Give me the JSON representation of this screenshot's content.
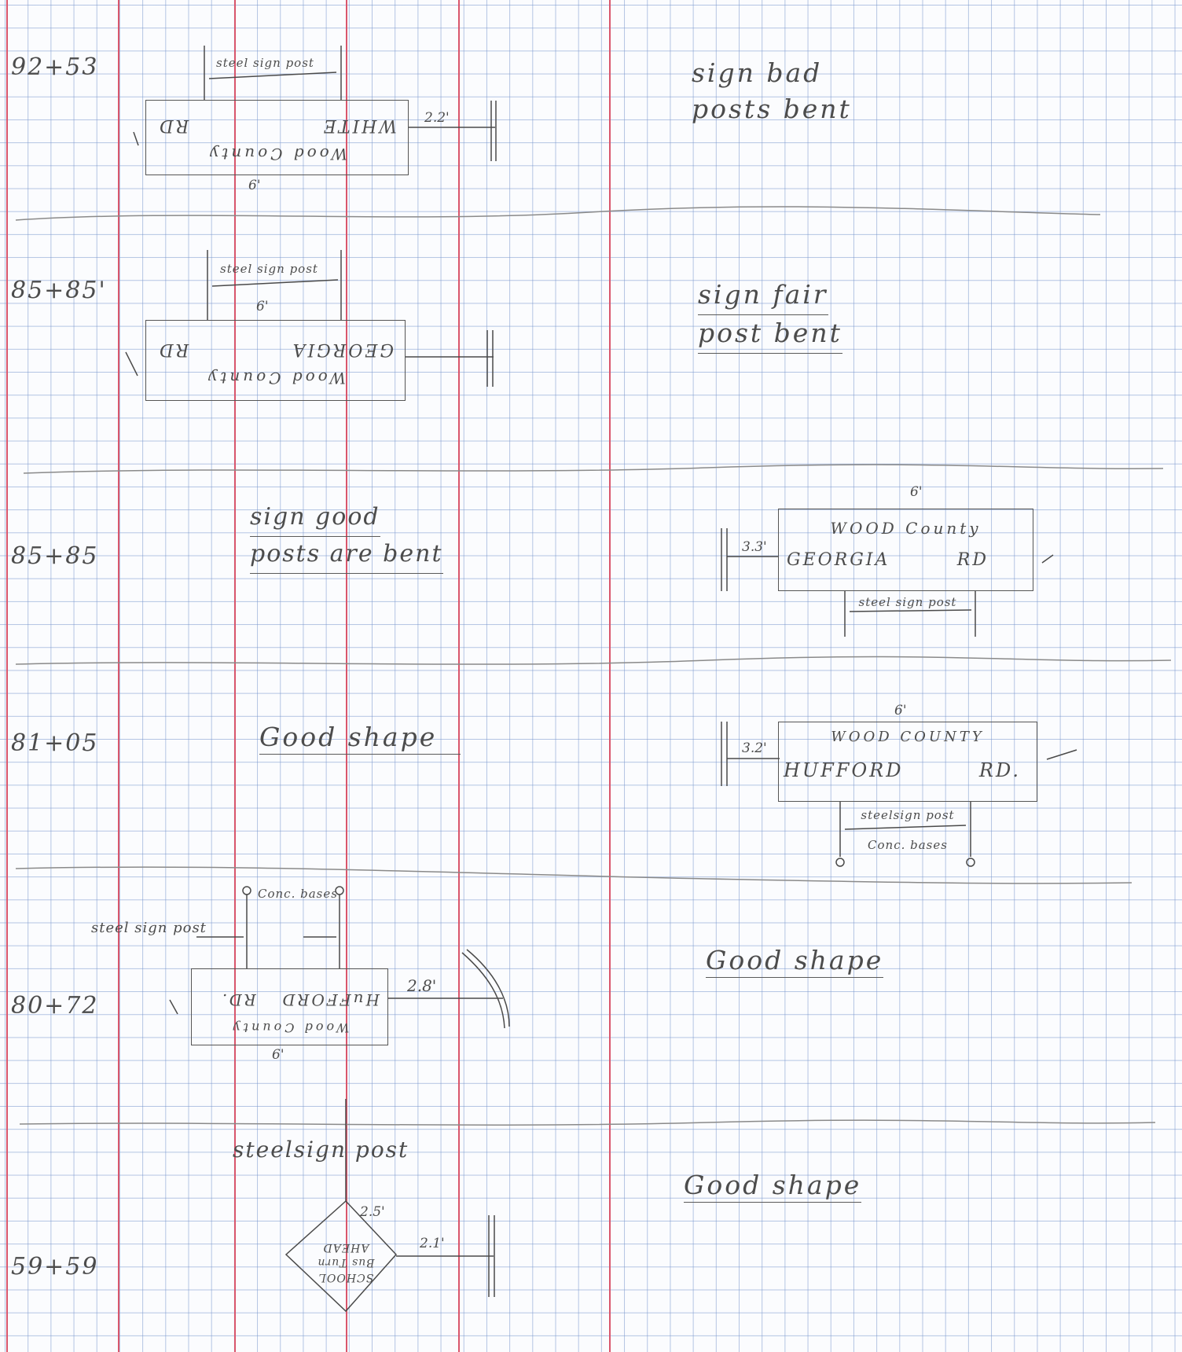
{
  "entries": [
    {
      "station": "92+53",
      "sign": {
        "title": "Wood County",
        "road": "WHITE",
        "suffix": "RD"
      },
      "width_label": "6'",
      "offset_label": "2.2'",
      "post_label": "steel sign post",
      "note_lines": [
        "sign bad",
        "posts bent"
      ]
    },
    {
      "station": "85+85'",
      "sign": {
        "title": "Wood County",
        "road": "GEORGIA",
        "suffix": "RD"
      },
      "width_label": "6'",
      "post_label": "steel sign post",
      "note_lines": [
        "sign fair",
        "post bent"
      ]
    },
    {
      "station": "85+85",
      "sign": {
        "title": "WOOD County",
        "road": "GEORGIA",
        "suffix": "RD"
      },
      "width_label": "6'",
      "offset_label": "3.3'",
      "post_label": "steel sign post",
      "note_lines": [
        "sign good",
        "posts are bent"
      ]
    },
    {
      "station": "81+05",
      "sign": {
        "title": "WOOD COUNTY",
        "road": "HUFFORD",
        "suffix": "RD."
      },
      "width_label": "6'",
      "offset_label": "3.2'",
      "post_label": "steelsign post",
      "base_label": "Conc. bases",
      "note": "Good shape"
    },
    {
      "station": "80+72",
      "sign": {
        "title": "Wood County",
        "road": "HuFFORD",
        "suffix": "RD."
      },
      "width_label": "6'",
      "offset_label": "2.8'",
      "post_label": "steel sign post",
      "base_label": "Conc. bases",
      "note": "Good shape"
    },
    {
      "station": "59+59",
      "sign": {
        "line1": "SCHOOL",
        "line2": "Bus Turn",
        "line3": "AHEAD"
      },
      "size_label": "2.5'",
      "offset_label": "2.1'",
      "post_label": "steelsign post",
      "note": "Good shape"
    }
  ]
}
